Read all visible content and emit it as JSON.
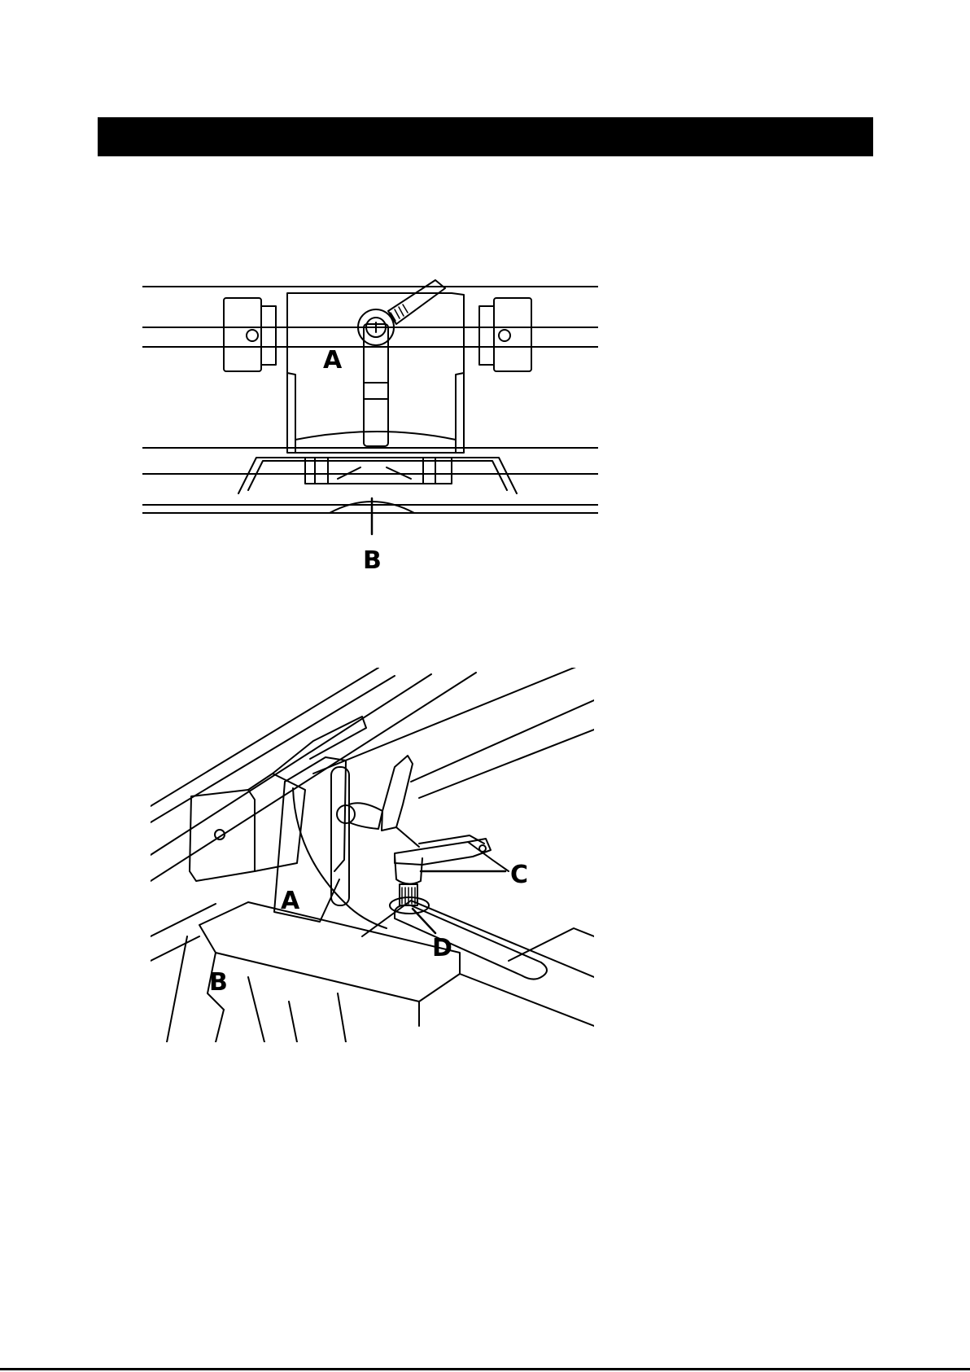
{
  "figure_top": {
    "callouts": {
      "a": "A",
      "b": "B"
    }
  },
  "figure_bottom": {
    "callouts": {
      "a": "A",
      "b": "B",
      "c": "C",
      "d": "D"
    }
  }
}
